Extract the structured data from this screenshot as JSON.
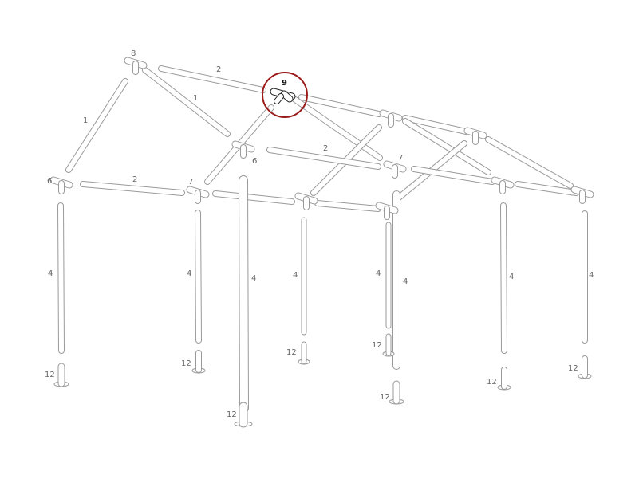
{
  "highlight": {
    "part": "9",
    "color": "#9b1b1b"
  },
  "colors": {
    "tube_outline": "#9a9a9a",
    "tube_fill": "#ffffff",
    "label": "#666666"
  },
  "labels": {
    "l8": "8",
    "l2a": "2",
    "l1a": "1",
    "l1b": "1",
    "l9": "9",
    "l2b": "2",
    "l7a": "7",
    "l6a": "6",
    "l6b": "6",
    "l2c": "2",
    "l7b": "7",
    "l4a": "4",
    "l4b": "4",
    "l4c": "4",
    "l4d": "4",
    "l4e": "4",
    "l4f": "4",
    "l4g": "4",
    "l4h": "4",
    "l12a": "12",
    "l12b": "12",
    "l12c": "12",
    "l12d": "12",
    "l12e": "12",
    "l12f": "12",
    "l12g": "12",
    "l12h": "12"
  }
}
